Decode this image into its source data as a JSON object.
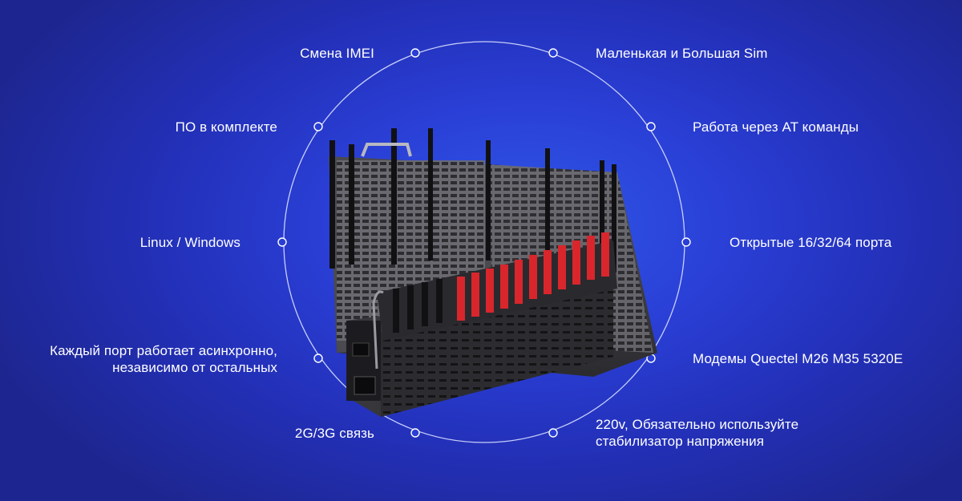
{
  "features": {
    "imei": "Смена IMEI",
    "sim": "Маленькая и Большая Sim",
    "software": "ПО в комплекте",
    "at": "Работа через AT команды",
    "os": "Linux / Windows",
    "ports": "Открытые 16/32/64 порта",
    "async_line1": "Каждый порт работает асинхронно,",
    "async_line2": "независимо от остальных",
    "modems": "Модемы Quectel M26 M35 5320E",
    "network": "2G/3G связь",
    "power_line1": "220v, Обязательно используйте",
    "power_line2": "стабилизатор напряжения"
  },
  "device": {
    "name": "sim-modem-pool-photo",
    "accent_red": "#d8262c",
    "body_color": "#3a3a3e"
  },
  "colors": {
    "background": "#2a3fd6",
    "circle": "#cfd8ff",
    "text": "#ffffff"
  }
}
